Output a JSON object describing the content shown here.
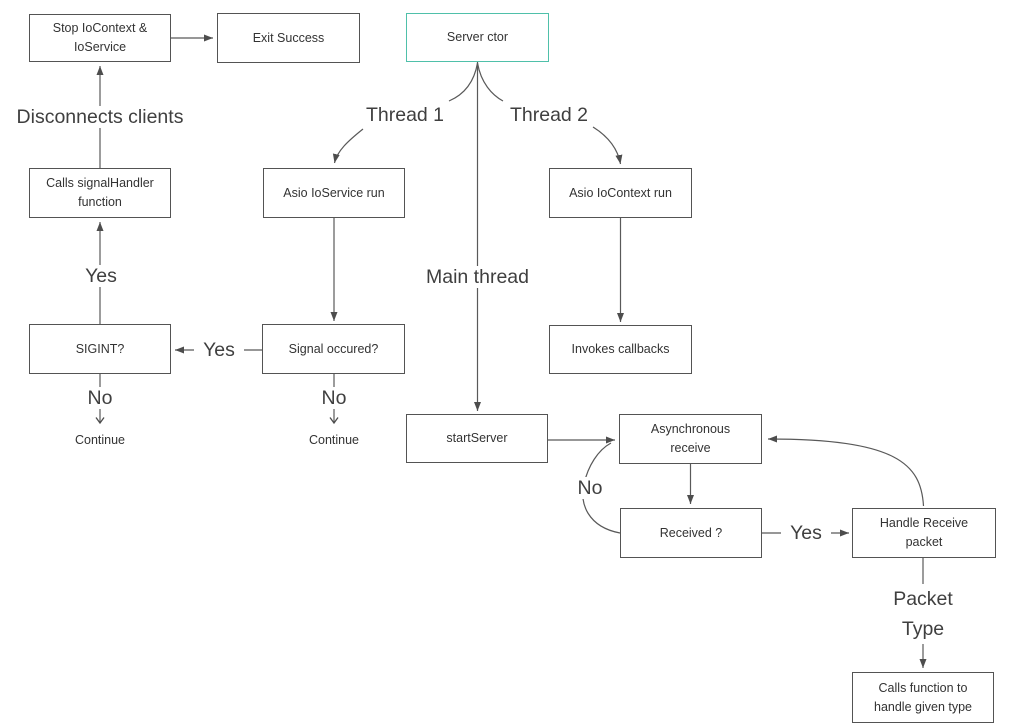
{
  "colors": {
    "background": "#ffffff",
    "box_border": "#545454",
    "accent_teal_border": "#4fc0aa",
    "connector_line": "#595959",
    "arrowhead": "#4d4d4d",
    "box_text": "#333333",
    "label_text": "#3f3f3f"
  },
  "boxes": {
    "stop_io": "Stop IoContext &\nIoService",
    "exit_success": "Exit Success",
    "server_ctor": "Server ctor",
    "calls_signal_handler": "Calls signalHandler\nfunction",
    "asio_ioservice_run": "Asio IoService run",
    "asio_iocontext_run": "Asio IoContext run",
    "sigint": "SIGINT?",
    "signal_occured": "Signal occured?",
    "invokes_callbacks": "Invokes callbacks",
    "start_server": "startServer",
    "async_receive": "Asynchronous\nreceive",
    "received": "Received ?",
    "handle_receive_packet": "Handle Receive\npacket",
    "calls_function_handle_type": "Calls function to\nhandle given type"
  },
  "labels": {
    "disconnects_clients": "Disconnects clients",
    "thread_1": "Thread 1",
    "thread_2": "Thread 2",
    "main_thread": "Main thread",
    "yes_sigint": "Yes",
    "yes_signal_to_sigint": "Yes",
    "yes_received_to_handle": "Yes",
    "no_below_sigint": "No",
    "no_below_signal": "No",
    "no_receive_loop": "No",
    "continue_left": "Continue",
    "continue_mid": "Continue",
    "packet_type": "Packet\nType"
  }
}
